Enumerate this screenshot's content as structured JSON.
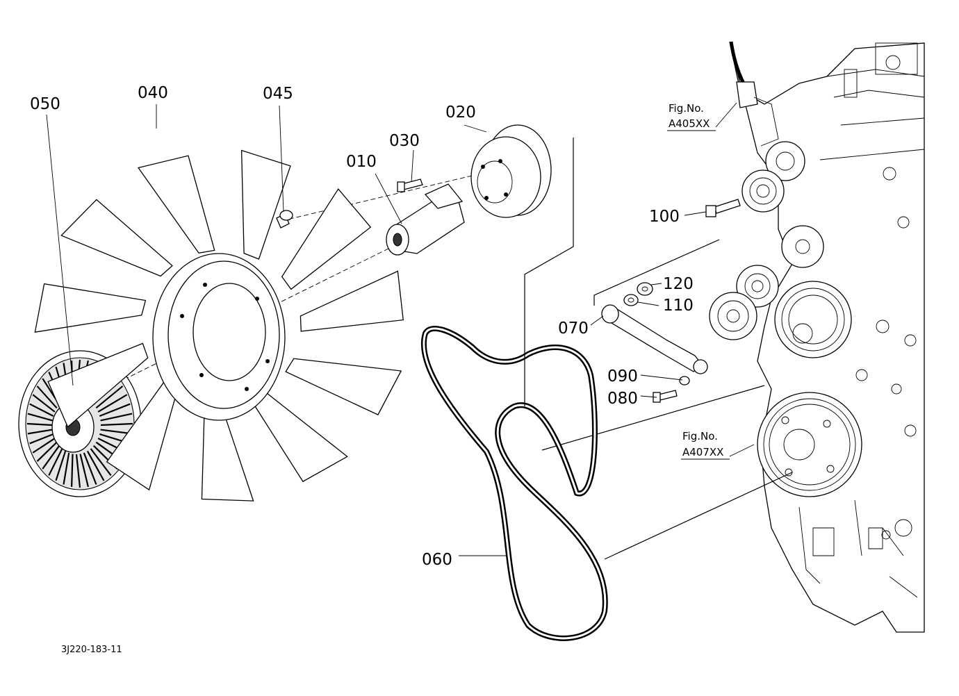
{
  "callouts": {
    "c010": "010",
    "c020": "020",
    "c030": "030",
    "c040": "040",
    "c045": "045",
    "c050": "050",
    "c060": "060",
    "c070": "070",
    "c080": "080",
    "c090": "090",
    "c100": "100",
    "c110": "110",
    "c120": "120"
  },
  "figure_refs": {
    "upper": {
      "label": "Fig.No.",
      "number": "A405XX"
    },
    "lower": {
      "label": "Fig.No.",
      "number": "A407XX"
    }
  },
  "document_id": "3J220-183-11"
}
